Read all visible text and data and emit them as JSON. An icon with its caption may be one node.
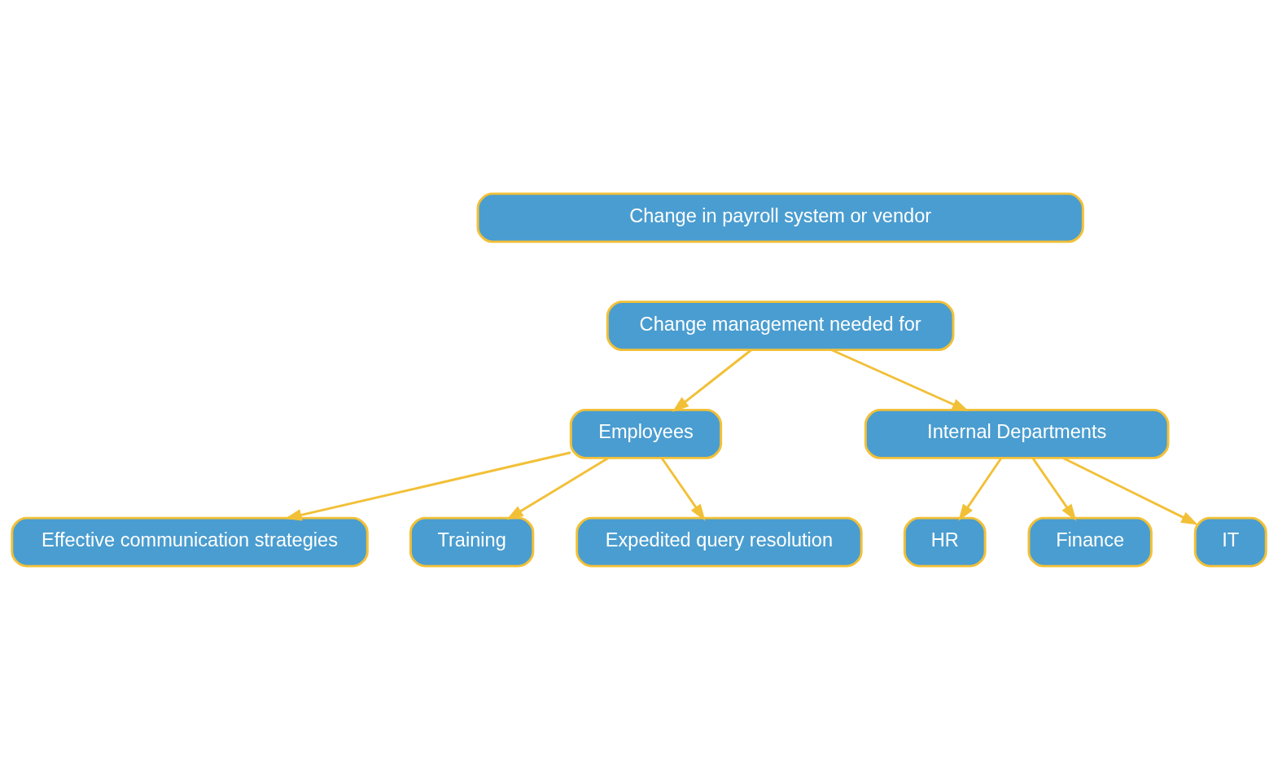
{
  "diagram": {
    "nodes": [
      {
        "text": [
          "Change in payroll system or vendor"
        ]
      },
      {
        "text": [
          "Change management needed for"
        ]
      },
      {
        "text": [
          "Employees"
        ]
      },
      {
        "text": [
          "Effective communication strategies"
        ]
      },
      {
        "text": [
          "Training"
        ]
      },
      {
        "text": [
          "Expedited query resolution"
        ]
      },
      {
        "text": [
          "Internal Departments"
        ]
      },
      {
        "text": [
          "HR"
        ]
      },
      {
        "text": [
          "Finance"
        ]
      },
      {
        "text": [
          "IT"
        ]
      }
    ],
    "edges": [
      {
        "from": 1,
        "to": 2,
        "arrow": "to"
      },
      {
        "from": 1,
        "to": 6,
        "arrow": "to"
      },
      {
        "from": 2,
        "to": 3,
        "arrow": "to"
      },
      {
        "from": 2,
        "to": 4,
        "arrow": "to"
      },
      {
        "from": 2,
        "to": 5,
        "arrow": "to"
      },
      {
        "from": 6,
        "to": 7,
        "arrow": "to"
      },
      {
        "from": 6,
        "to": 8,
        "arrow": "to"
      },
      {
        "from": 6,
        "to": 9,
        "arrow": "to"
      }
    ]
  }
}
